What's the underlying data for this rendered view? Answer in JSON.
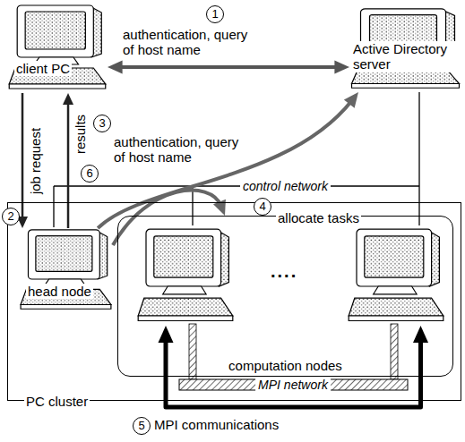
{
  "diagram": {
    "nodes": [
      {
        "text": [
          "client PC"
        ]
      },
      {
        "text": [
          "Active Directory server"
        ]
      },
      {
        "text": [
          "PC cluster"
        ]
      },
      {
        "text": [
          "head node"
        ],
        "in": 2
      },
      {
        "text": [
          "computation nodes"
        ],
        "in": 2
      },
      {
        "text": [],
        "in": 4
      },
      {
        "text": [],
        "in": 4
      }
    ],
    "edges": [
      {
        "from": 0,
        "to": 1,
        "arrow": "both",
        "label": "authentication, query of host name"
      },
      {
        "from": 0,
        "to": 3,
        "arrow": "to",
        "label": "job request"
      },
      {
        "from": 3,
        "to": 0,
        "arrow": "to",
        "label": "results"
      },
      {
        "from": 3,
        "to": 1,
        "arrow": "to",
        "label": "authentication, query of host name"
      },
      {
        "from": 3,
        "to": 4,
        "arrow": "to",
        "label": "allocate tasks"
      },
      {
        "from": 5,
        "to": 6,
        "arrow": "both",
        "label": "MPI communications"
      }
    ],
    "labels": [
      "1",
      "2",
      "3",
      "4",
      "5",
      "6",
      "control network",
      "MPI network",
      "...."
    ]
  }
}
